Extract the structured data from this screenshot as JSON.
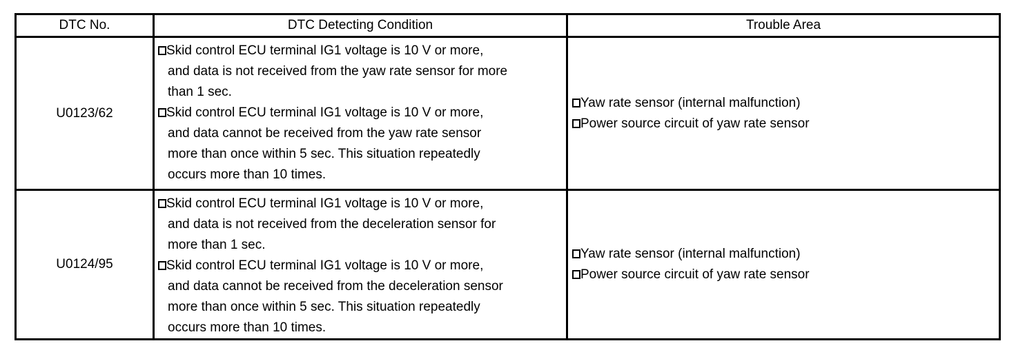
{
  "page": {
    "background": "#ffffff",
    "text_color": "#000000",
    "border_color": "#000000"
  },
  "icons": {
    "bullet": "square-outline-bullet"
  },
  "table": {
    "headers": [
      "DTC No.",
      "DTC Detecting Condition",
      "Trouble Area"
    ],
    "rows": [
      {
        "dtc_no": "U0123/62",
        "conditions": [
          {
            "lines": [
              "Skid control ECU terminal IG1 voltage is 10 V or more,",
              "and data is not received from the yaw rate sensor for more",
              "than 1 sec."
            ]
          },
          {
            "lines": [
              "Skid control ECU terminal IG1 voltage is 10 V or more,",
              "and data cannot be received from the yaw rate sensor",
              "more than once within 5 sec. This situation repeatedly",
              "occurs more than 10 times."
            ]
          }
        ],
        "trouble_areas": [
          "Yaw rate sensor (internal malfunction)",
          "Power source circuit of yaw rate sensor"
        ]
      },
      {
        "dtc_no": "U0124/95",
        "conditions": [
          {
            "lines": [
              "Skid control ECU terminal IG1 voltage is 10 V or more,",
              "and data is not received from the deceleration sensor for",
              "more than 1 sec."
            ]
          },
          {
            "lines": [
              "Skid control ECU terminal IG1 voltage is 10 V or more,",
              "and data cannot be received from the deceleration sensor",
              "more than once within 5 sec. This situation repeatedly",
              "occurs more than 10 times."
            ]
          }
        ],
        "trouble_areas": [
          "Yaw rate sensor (internal malfunction)",
          "Power source circuit of yaw rate sensor"
        ]
      }
    ]
  }
}
